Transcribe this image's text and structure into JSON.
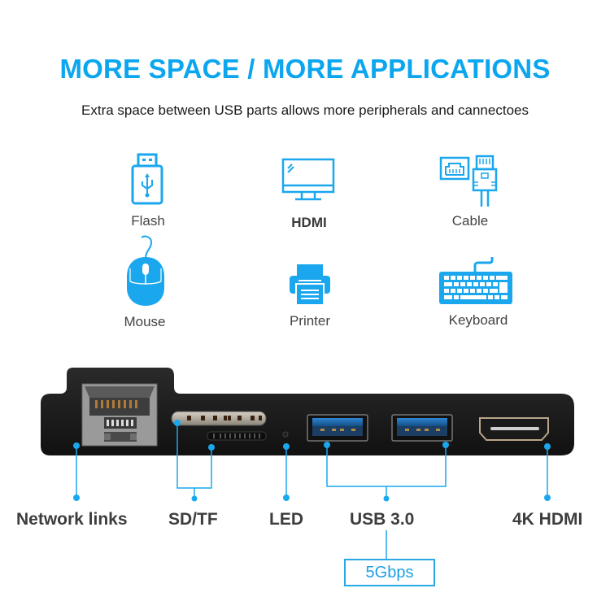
{
  "header": {
    "title": "MORE SPACE / MORE APPLICATIONS",
    "subtitle": "Extra space between USB parts allows more peripherals and cannectoes"
  },
  "applications": [
    {
      "label": "Flash",
      "icon": "usb-flash-drive-icon"
    },
    {
      "label": "HDMI",
      "icon": "monitor-icon"
    },
    {
      "label": "Cable",
      "icon": "ethernet-cable-icon"
    },
    {
      "label": "Mouse",
      "icon": "mouse-icon"
    },
    {
      "label": "Printer",
      "icon": "printer-icon"
    },
    {
      "label": "Keyboard",
      "icon": "keyboard-icon"
    }
  ],
  "ports": [
    {
      "label": "Network links"
    },
    {
      "label": "SD/TF"
    },
    {
      "label": "LED"
    },
    {
      "label": "USB 3.0",
      "note": "5Gbps"
    },
    {
      "label": "4K HDMI"
    }
  ],
  "colors": {
    "accent": "#0ba6ee",
    "device_body": "#1b1b1b",
    "text": "#3d3d3d"
  }
}
